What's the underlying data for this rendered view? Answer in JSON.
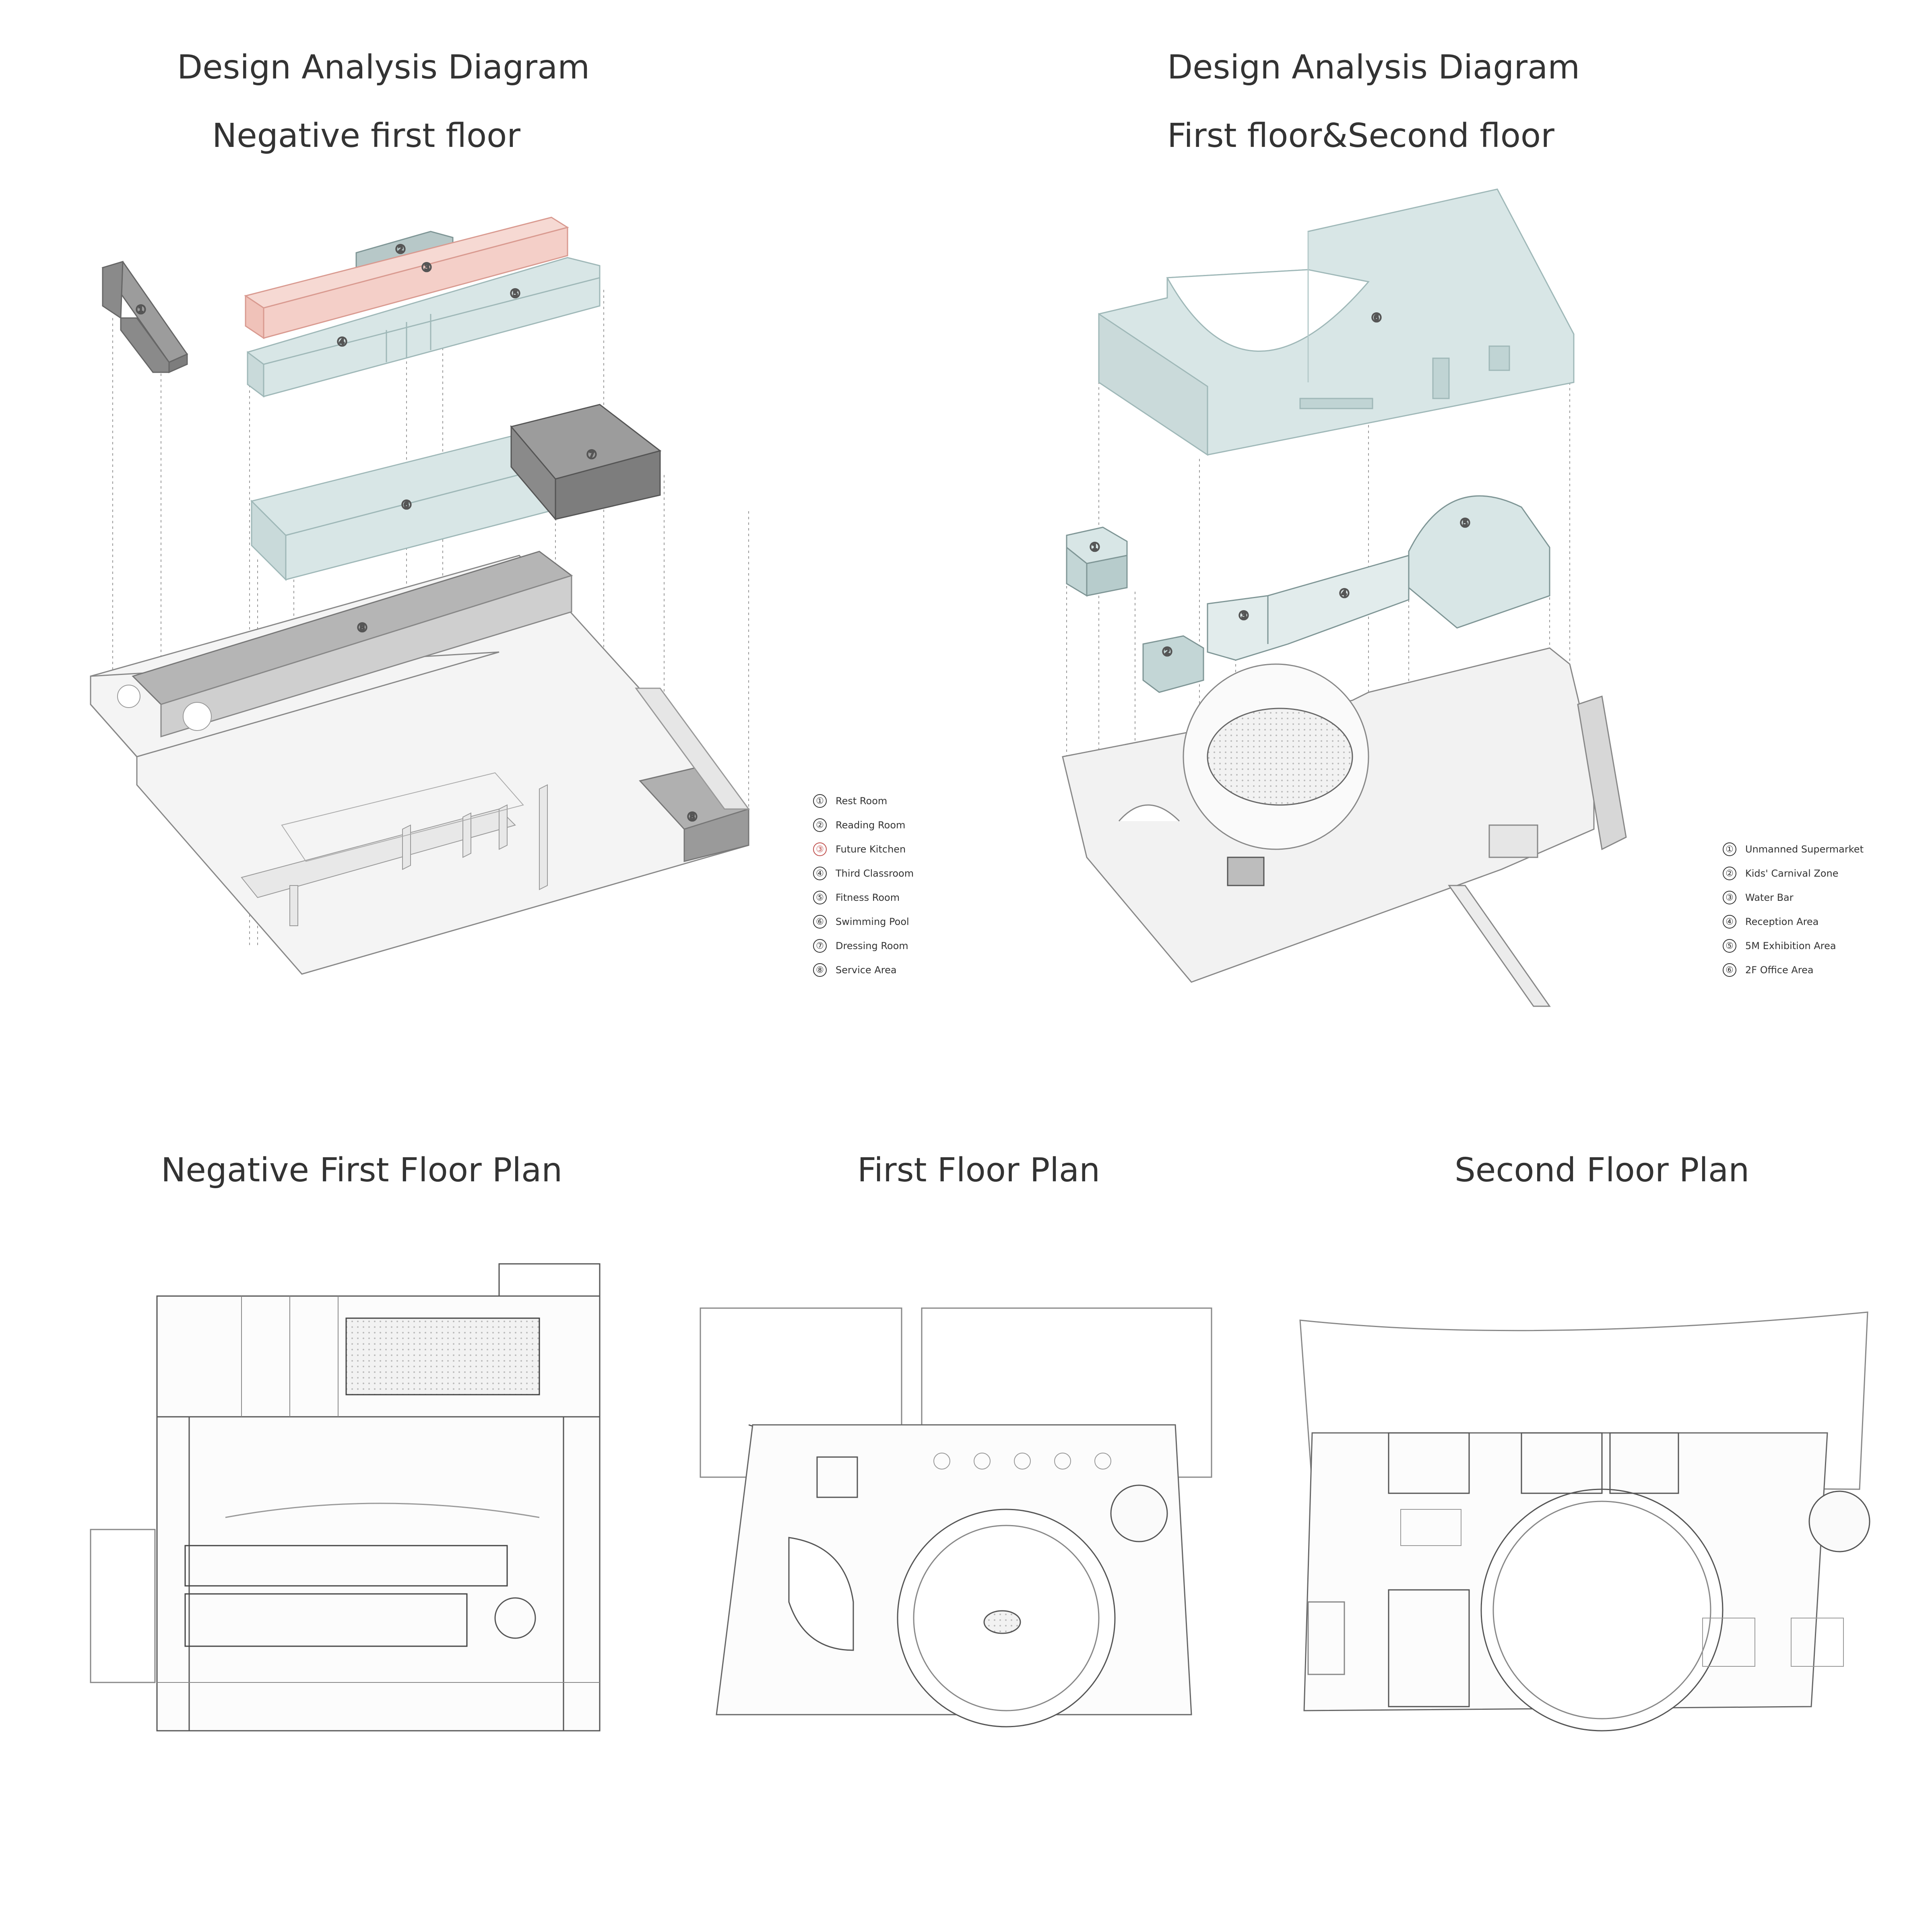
{
  "titles": {
    "top_left_line1": "Design Analysis Diagram",
    "top_left_line2": "Negative first floor",
    "top_right_line1": "Design Analysis Diagram",
    "top_right_line2": "First floor&Second floor",
    "plan_neg": "Negative First Floor Plan",
    "plan_first": "First Floor Plan",
    "plan_second": "Second Floor Plan"
  },
  "legend_left": [
    {
      "num": "①",
      "label": "Rest Room",
      "color": "#333333"
    },
    {
      "num": "②",
      "label": "Reading Room",
      "color": "#333333"
    },
    {
      "num": "③",
      "label": "Future Kitchen",
      "color": "#c0504d"
    },
    {
      "num": "④",
      "label": "Third Classroom",
      "color": "#333333"
    },
    {
      "num": "⑤",
      "label": "Fitness Room",
      "color": "#333333"
    },
    {
      "num": "⑥",
      "label": "Swimming Pool",
      "color": "#333333"
    },
    {
      "num": "⑦",
      "label": "Dressing Room",
      "color": "#333333"
    },
    {
      "num": "⑧",
      "label": "Service Area",
      "color": "#333333"
    }
  ],
  "legend_right": [
    {
      "num": "①",
      "label": "Unmanned Supermarket"
    },
    {
      "num": "②",
      "label": "Kids' Carnival Zone"
    },
    {
      "num": "③",
      "label": "Water Bar"
    },
    {
      "num": "④",
      "label": "Reception Area"
    },
    {
      "num": "⑤",
      "label": "5M Exhibition Area"
    },
    {
      "num": "⑥",
      "label": "2F Office Area"
    }
  ],
  "block_labels_left": [
    "①",
    "②",
    "③",
    "④",
    "⑤",
    "⑥",
    "⑦",
    "⑧",
    "⑧"
  ],
  "block_labels_right": [
    "①",
    "②",
    "③",
    "④",
    "⑤",
    "⑥"
  ],
  "colors": {
    "light_blue": "#d8e6e6",
    "blue_stroke": "#9fb8b8",
    "pink": "#f4cfc8",
    "pink_stroke": "#d99a90",
    "grey": "#9c9c9c",
    "dark_grey": "#8a8a8a",
    "line": "#555555"
  }
}
